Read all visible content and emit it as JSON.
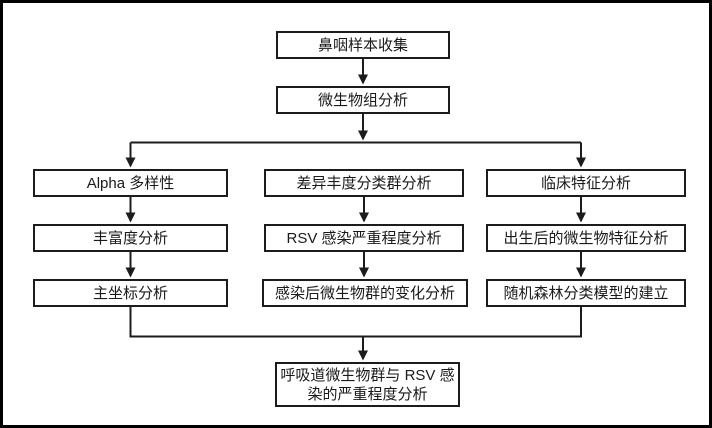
{
  "diagram": {
    "type": "flowchart",
    "nodes": {
      "sample_collection": {
        "label": "鼻咽样本收集"
      },
      "microbiome_analysis": {
        "label": "微生物组分析"
      },
      "alpha_diversity": {
        "label": "Alpha 多样性"
      },
      "richness_analysis": {
        "label": "丰富度分析"
      },
      "pcoa_analysis": {
        "label": "主坐标分析"
      },
      "differential_abundance": {
        "label": "差异丰度分类群分析"
      },
      "rsv_severity": {
        "label": "RSV 感染严重程度分析"
      },
      "post_infection_change": {
        "label": "感染后微生物群的变化分析"
      },
      "clinical_features": {
        "label": "临床特征分析"
      },
      "postnatal_microbial": {
        "label": "出生后的微生物特征分析"
      },
      "random_forest_model": {
        "label": "随机森林分类模型的建立"
      },
      "final_severity_analysis": {
        "label": "呼吸道微生物群与 RSV 感染的严重程度分析"
      }
    },
    "edges": [
      [
        "sample_collection",
        "microbiome_analysis"
      ],
      [
        "microbiome_analysis",
        "alpha_diversity"
      ],
      [
        "microbiome_analysis",
        "differential_abundance"
      ],
      [
        "microbiome_analysis",
        "clinical_features"
      ],
      [
        "alpha_diversity",
        "richness_analysis"
      ],
      [
        "richness_analysis",
        "pcoa_analysis"
      ],
      [
        "differential_abundance",
        "rsv_severity"
      ],
      [
        "rsv_severity",
        "post_infection_change"
      ],
      [
        "clinical_features",
        "postnatal_microbial"
      ],
      [
        "postnatal_microbial",
        "random_forest_model"
      ],
      [
        "pcoa_analysis",
        "final_severity_analysis"
      ],
      [
        "post_infection_change",
        "final_severity_analysis"
      ],
      [
        "random_forest_model",
        "final_severity_analysis"
      ]
    ],
    "colors": {
      "line": "#1c1c1c",
      "box_border": "#1c1c1c",
      "box_bg": "#ffffff",
      "text": "#1a1a1a",
      "canvas_bg": "#ffffff",
      "outer_border": "#000000"
    }
  }
}
